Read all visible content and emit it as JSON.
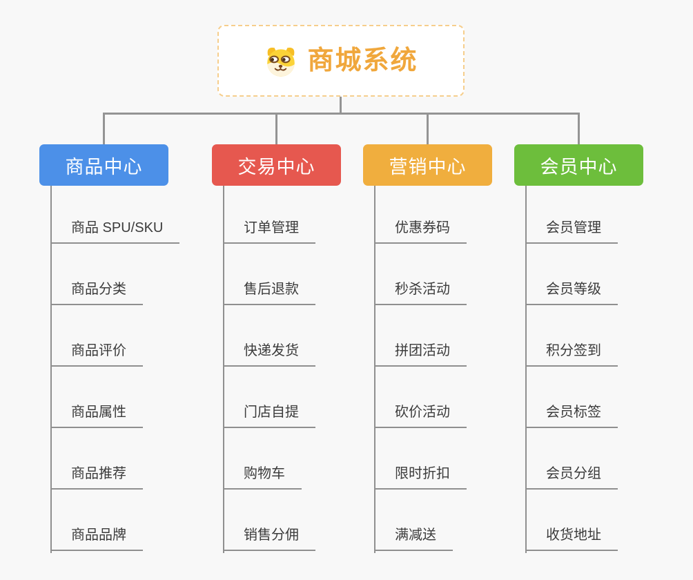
{
  "root": {
    "title": "商城系统",
    "icon": "shiba-dog-icon",
    "accent_color": "#F0A73C",
    "border_color": "#F6CE8C"
  },
  "branches": [
    {
      "label": "商品中心",
      "color": "#4C90E8",
      "items": [
        "商品 SPU/SKU",
        "商品分类",
        "商品评价",
        "商品属性",
        "商品推荐",
        "商品品牌"
      ]
    },
    {
      "label": "交易中心",
      "color": "#E6584F",
      "items": [
        "订单管理",
        "售后退款",
        "快递发货",
        "门店自提",
        "购物车",
        "销售分佣"
      ]
    },
    {
      "label": "营销中心",
      "color": "#F0AE3E",
      "items": [
        "优惠券码",
        "秒杀活动",
        "拼团活动",
        "砍价活动",
        "限时折扣",
        "满减送"
      ]
    },
    {
      "label": "会员中心",
      "color": "#6DBE3C",
      "items": [
        "会员管理",
        "会员等级",
        "积分签到",
        "会员标签",
        "会员分组",
        "收货地址"
      ]
    }
  ],
  "colors": {
    "background": "#F8F8F8",
    "connector": "#949494",
    "underline": "#8F8F8F",
    "item_text": "#3B3B3B"
  }
}
